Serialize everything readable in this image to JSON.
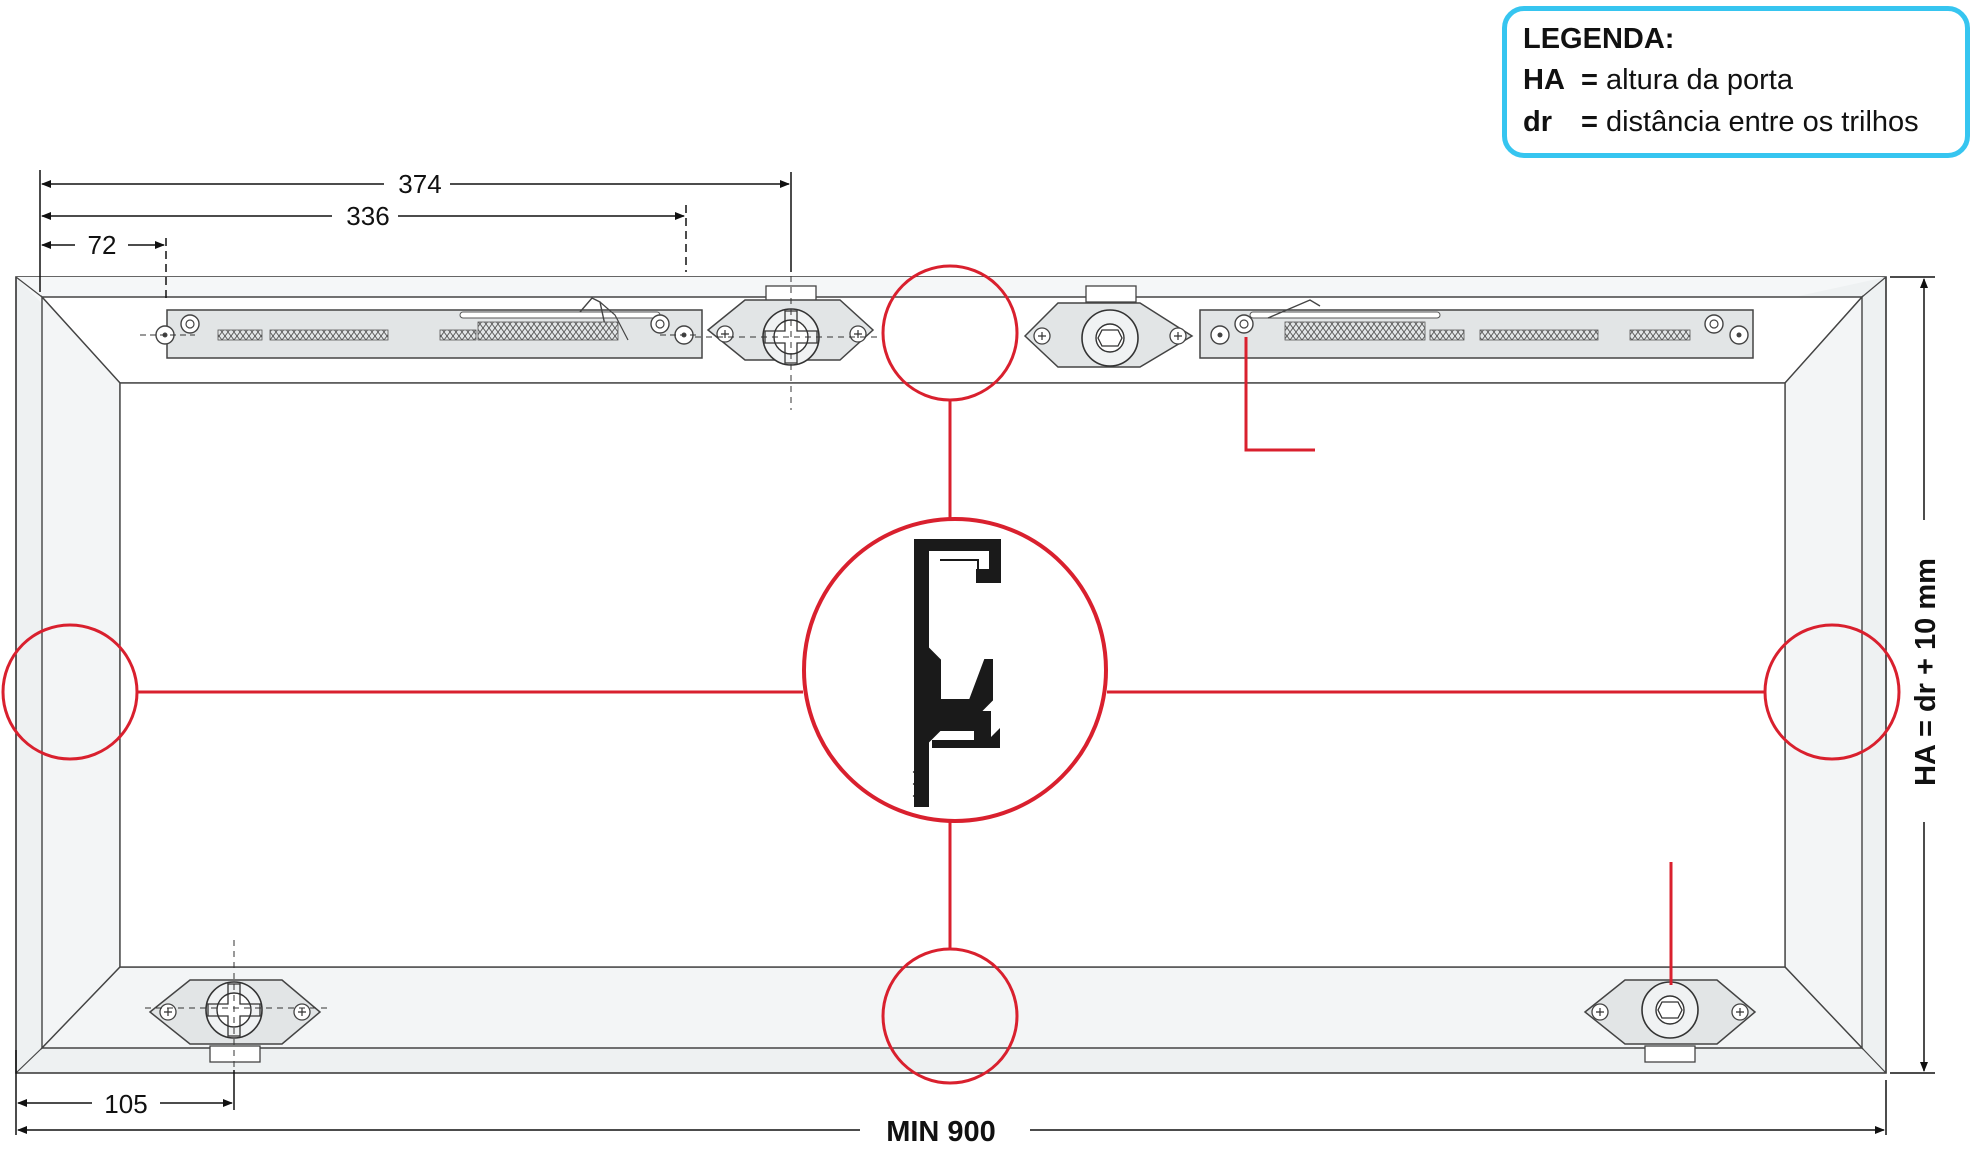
{
  "legend": {
    "title": "LEGENDA:",
    "items": [
      {
        "key": "HA",
        "eq": "=",
        "text": "altura da porta"
      },
      {
        "key": "dr",
        "eq": "=",
        "text": "distância entre os trilhos"
      }
    ]
  },
  "dimensions": {
    "d374": "374",
    "d336": "336",
    "d72": "72",
    "d105": "105",
    "width": "MIN 900",
    "height": "HA = dr + 10 mm"
  },
  "colors": {
    "callout": "#d9202e",
    "legend_border": "#36c5f0",
    "frame_fill": "#eef1f2",
    "hardware_fill": "#e2e5e6",
    "profile_fill": "#1a1a1a"
  },
  "icons": [
    "top-left-damper-icon",
    "top-right-damper-icon",
    "top-left-roller-icon",
    "top-right-roller-icon",
    "bottom-left-roller-icon",
    "bottom-right-roller-icon",
    "rail-profile-icon"
  ]
}
